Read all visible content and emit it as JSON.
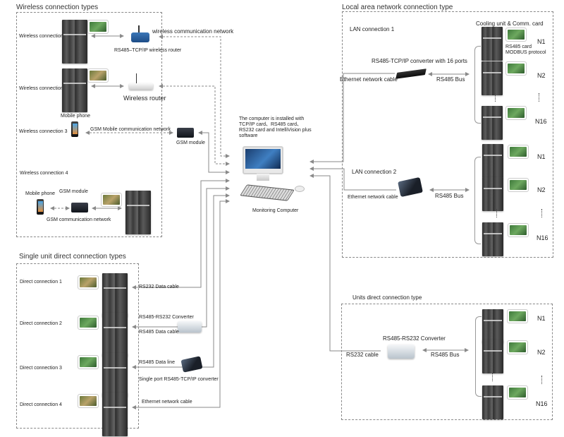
{
  "sections": {
    "wireless": {
      "title": "Wireless connection types",
      "items": [
        {
          "label": "Wireless connection 1",
          "device": "RS485–TCP/IP wireless router",
          "network": "wireless communication network"
        },
        {
          "label": "Wireless connection 2",
          "device": "Wireless router"
        },
        {
          "label": "Wireless connection 3",
          "phone": "Mobile phone",
          "network": "GSM Mobile communication network",
          "module": "GSM module"
        },
        {
          "label": "Wireless connection 4",
          "phone": "Mobile phone",
          "module": "GSM module",
          "network": "GSM communication network"
        }
      ]
    },
    "computer": {
      "description_lines": [
        "The computer is installed with",
        "TCP/IP card、RS485 card、",
        "RS232 card and IntelliVision plus",
        "software"
      ],
      "label": "Monitoring Computer"
    },
    "lan": {
      "title": "Local area network connection type",
      "conn1": {
        "label": "LAN connection 1",
        "converter": "RS485-TCP/IP converter with 16 ports",
        "cable": "Ethernet network cable",
        "bus": "RS485 Bus"
      },
      "conn2": {
        "label": "LAN connection 2",
        "cable": "Ethernet network cable",
        "bus": "RS485 Bus"
      },
      "units_header": "Cooling unit & Comm. card",
      "card_note_lines": [
        "RS485 card",
        "MODBUS protocol"
      ],
      "nodes": [
        "N1",
        "N2",
        "N16"
      ]
    },
    "single": {
      "title": "Single unit direct connection types",
      "items": [
        {
          "label": "Direct connection 1",
          "cable": "RS232 Data cable"
        },
        {
          "label": "Direct connection 2",
          "converter": "RS485-RS232 Converter",
          "cable": "RS485 Data cable"
        },
        {
          "label": "Direct connection 3",
          "cable": "RS485 Data line",
          "converter": "Single port RS485-TCP/IP converter"
        },
        {
          "label": "Direct connection 4",
          "cable": "Ethernet network cable"
        }
      ]
    },
    "units": {
      "title": "Units direct connection type",
      "converter": "RS485-RS232 Converter",
      "cable": "RS232 cable",
      "bus": "RS485 Bus",
      "nodes": [
        "N1",
        "N2",
        "N16"
      ]
    }
  },
  "colors": {
    "line": "#8a8a8a",
    "dashed_border": "#888888",
    "text": "#222222"
  }
}
